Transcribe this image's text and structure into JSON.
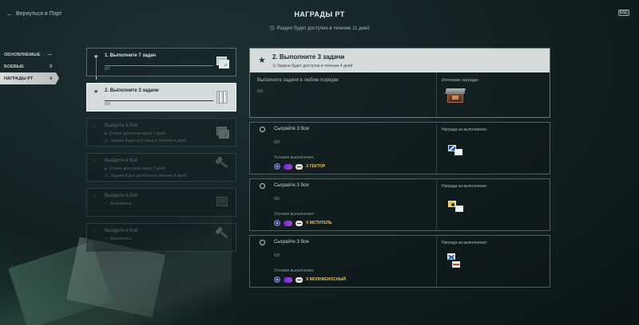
{
  "header": {
    "back_label": "Вернуться в Порт",
    "title": "НАГРАДЫ РТ",
    "subtitle": "Раздел будет доступен в течение 11 дней",
    "esc_label": "ESC"
  },
  "sidebar": {
    "items": [
      {
        "label": "ОБНОВЛЯЕМЫЕ",
        "count": "—",
        "active": false
      },
      {
        "label": "БОЕВЫЕ",
        "count": "3",
        "active": false
      },
      {
        "label": "НАГРАДЫ РТ",
        "count": "4",
        "active": true
      }
    ]
  },
  "tasks": [
    {
      "title": "1. Выполните 7 задач",
      "progress": "0/7",
      "state": "open",
      "icon": "star-icon",
      "reward": "document-reward-icon"
    },
    {
      "title": "2. Выполните 3 задачи",
      "progress": "0/3",
      "state": "selected",
      "icon": "star-icon",
      "reward": "camouflage-reward-icon"
    },
    {
      "title": "Выйдите в бой",
      "line1": "Станет доступна через 7 дней",
      "line2": "Задача будет доступна в течение 4 дней",
      "state": "locked",
      "icon": "circle-icon",
      "reward": "document-reward-icon"
    },
    {
      "title": "Выйдите в бой",
      "line1": "Станет доступна через 7 дней",
      "line2": "Задача будет доступна в течение 4 дней",
      "state": "locked",
      "icon": "circle-icon",
      "reward": "hammer-reward-icon"
    },
    {
      "title": "Выйдите в бой",
      "line1": "Выполнено",
      "state": "done",
      "icon": "circle-icon",
      "reward": "check-reward-icon"
    },
    {
      "title": "Выйдите в бой",
      "line1": "Выполнено",
      "state": "done",
      "icon": "circle-icon",
      "reward": "hammer-reward-icon"
    }
  ],
  "details": {
    "title": "2. Выполните 3 задачи",
    "time_left": "Задача будет доступна в течение 4 дней",
    "instruction": "Выполните задачи в любом порядке",
    "progress": "0/3",
    "final_reward_label": "Итоговая награда:"
  },
  "subtasks": [
    {
      "title": "Сыграйте 3 боя",
      "progress": "0/3",
      "condition_label": "Условия выполнения:",
      "ship": "X ГЕКТОР",
      "reward_label": "Награда за выполнение:"
    },
    {
      "title": "Сыграйте 3 боя",
      "progress": "0/3",
      "condition_label": "Условия выполнения:",
      "ship": "X МСТИТЕЛЬ",
      "reward_label": "Награда за выполнение:"
    },
    {
      "title": "Сыграйте 3 боя",
      "progress": "0/3",
      "condition_label": "Условия выполнения:",
      "ship": "X МОЛНИЕНОСНЫЙ",
      "reward_label": "Награда за выполнение:"
    }
  ],
  "colors": {
    "accent_selected": "#d6dcdc",
    "ship_name": "#e7c35a",
    "background": "#142224"
  }
}
